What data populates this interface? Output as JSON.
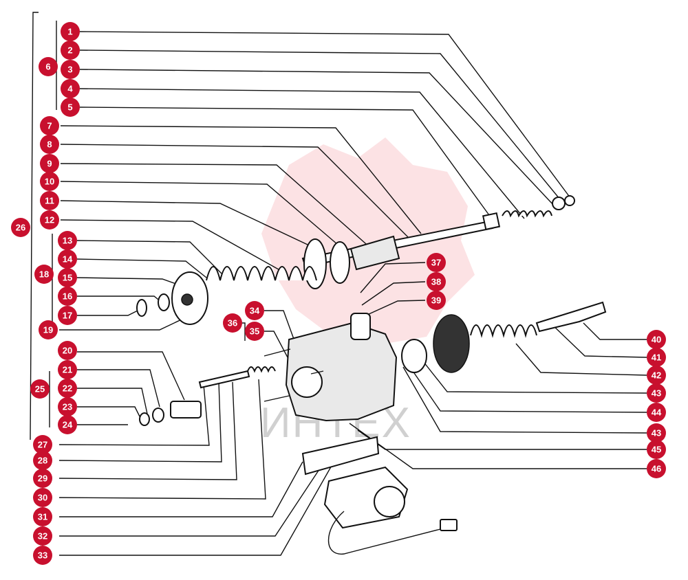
{
  "colors": {
    "badge": "#c8102e",
    "badge_text": "#ffffff",
    "line": "#111111",
    "watermark": "#e8202f"
  },
  "watermark": {
    "text": "ИНТЕХ"
  },
  "callouts": [
    {
      "id": "c1",
      "label": "1"
    },
    {
      "id": "c2",
      "label": "2"
    },
    {
      "id": "c3",
      "label": "3"
    },
    {
      "id": "c4",
      "label": "4"
    },
    {
      "id": "c5",
      "label": "5"
    },
    {
      "id": "c6",
      "label": "6"
    },
    {
      "id": "c7",
      "label": "7"
    },
    {
      "id": "c8",
      "label": "8"
    },
    {
      "id": "c9",
      "label": "9"
    },
    {
      "id": "c10",
      "label": "10"
    },
    {
      "id": "c11",
      "label": "11"
    },
    {
      "id": "c12",
      "label": "12"
    },
    {
      "id": "c13",
      "label": "13"
    },
    {
      "id": "c14",
      "label": "14"
    },
    {
      "id": "c15",
      "label": "15"
    },
    {
      "id": "c16",
      "label": "16"
    },
    {
      "id": "c17",
      "label": "17"
    },
    {
      "id": "c18",
      "label": "18"
    },
    {
      "id": "c19",
      "label": "19"
    },
    {
      "id": "c20",
      "label": "20"
    },
    {
      "id": "c21",
      "label": "21"
    },
    {
      "id": "c22",
      "label": "22"
    },
    {
      "id": "c23",
      "label": "23"
    },
    {
      "id": "c24",
      "label": "24"
    },
    {
      "id": "c25",
      "label": "25"
    },
    {
      "id": "c26",
      "label": "26"
    },
    {
      "id": "c27",
      "label": "27"
    },
    {
      "id": "c28",
      "label": "28"
    },
    {
      "id": "c29",
      "label": "29"
    },
    {
      "id": "c30",
      "label": "30"
    },
    {
      "id": "c31",
      "label": "31"
    },
    {
      "id": "c32",
      "label": "32"
    },
    {
      "id": "c33",
      "label": "33"
    },
    {
      "id": "c34",
      "label": "34"
    },
    {
      "id": "c35",
      "label": "35"
    },
    {
      "id": "c36",
      "label": "36"
    },
    {
      "id": "c37",
      "label": "37"
    },
    {
      "id": "c38",
      "label": "38"
    },
    {
      "id": "c39",
      "label": "39"
    },
    {
      "id": "c40",
      "label": "40"
    },
    {
      "id": "c41",
      "label": "41"
    },
    {
      "id": "c42",
      "label": "42"
    },
    {
      "id": "c43a",
      "label": "43"
    },
    {
      "id": "c44",
      "label": "44"
    },
    {
      "id": "c43b",
      "label": "43"
    },
    {
      "id": "c45",
      "label": "45"
    },
    {
      "id": "c46",
      "label": "46"
    }
  ]
}
